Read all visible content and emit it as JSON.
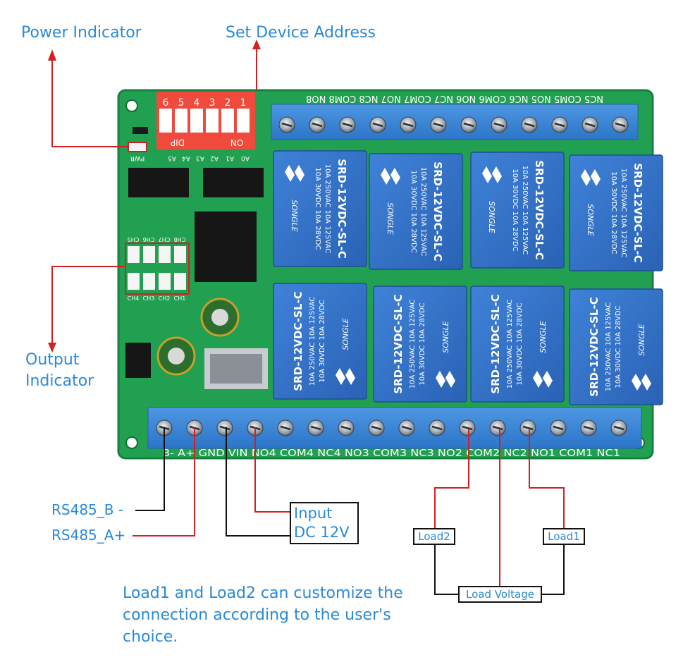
{
  "callouts": {
    "power_indicator": "Power Indicator",
    "set_device_address": "Set Device Address",
    "output_indicator_line1": "Output",
    "output_indicator_line2": "Indicator"
  },
  "wiring": {
    "rs485_b": "RS485_B -",
    "rs485_a": "RS485_A+",
    "input_line1": "Input",
    "input_line2": "DC 12V",
    "load2": "Load2",
    "load1": "Load1",
    "load_voltage": "Load Voltage"
  },
  "note": "Load1 and Load2 can customize the connection according to the user's choice.",
  "board": {
    "top_terminals": "NC5 COM5 NO5 NC6 COM6 NO6 NC7 COM7 NO7 NC8 COM8 NO8",
    "bottom_terminals": "B- A+ GND VIN NO4 COM4 NC4 NO3 COM3 NC3 NO2 COM2 NC2 NO1 COM1 NC1",
    "dip_numbers": [
      "6",
      "5",
      "4",
      "3",
      "2",
      "1"
    ],
    "dip_label": "DIP",
    "dip_on": "ON",
    "address_pins": [
      "A5",
      "A4",
      "A3",
      "A2",
      "A1",
      "A0"
    ],
    "pwr_label": "PWR",
    "channels_top": [
      "CH5",
      "CH6",
      "CH7",
      "CH8"
    ],
    "channels_bottom": [
      "CH4",
      "CH3",
      "CH2",
      "CH1"
    ],
    "relay_lines": [
      "SRD-12VDC-SL-C",
      "10A 250VAC  10A 125VAC",
      "10A 30VDC  10A 28VDC"
    ],
    "relay_brand": "SONGLE"
  },
  "colors": {
    "label_blue": "#2a8ad8",
    "arrow_red": "#d42020",
    "pcb_green": "#1f9a4a",
    "relay_blue": "#2f6fc4",
    "terminal_blue": "#3a86d6"
  }
}
